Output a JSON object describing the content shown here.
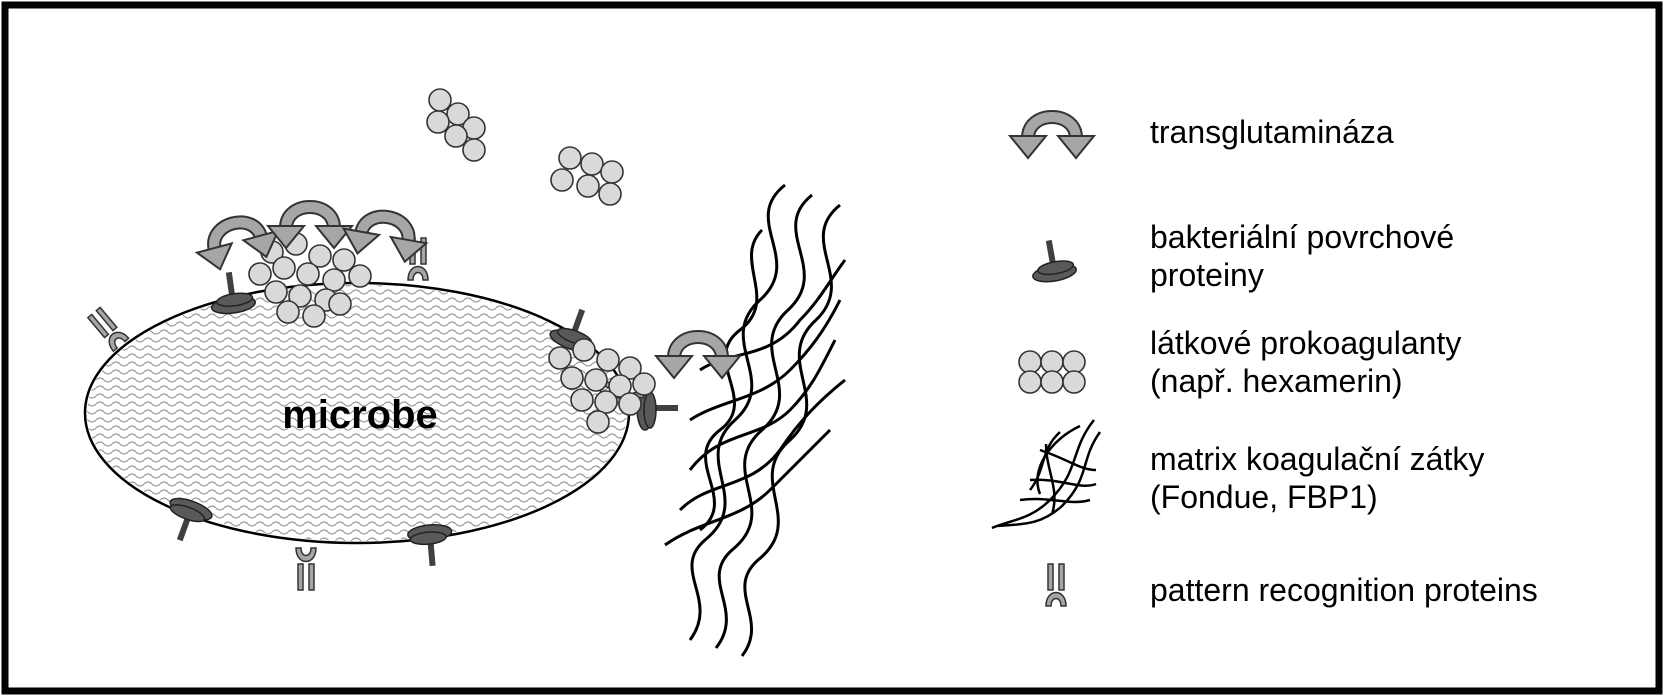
{
  "diagram": {
    "microbe_label": "microbe"
  },
  "legend": {
    "items": [
      {
        "icon": "transglutaminase-icon",
        "label": "transglutamináza"
      },
      {
        "icon": "bacterial-surface-protein-icon",
        "label": "bakteriální povrchové\nproteiny"
      },
      {
        "icon": "procoagulant-icon",
        "label": "látkové prokoagulanty\n(např. hexamerin)"
      },
      {
        "icon": "clot-matrix-icon",
        "label": "matrix koagulační zátky\n(Fondue, FBP1)"
      },
      {
        "icon": "pattern-recognition-protein-icon",
        "label": "pattern recognition proteins"
      }
    ]
  },
  "colors": {
    "border": "#000000",
    "bead_fill": "#d9d9d9",
    "enzyme_fill": "#a6a6a6",
    "surface_protein": "#595959",
    "prp_fill": "#a6a6a6"
  }
}
